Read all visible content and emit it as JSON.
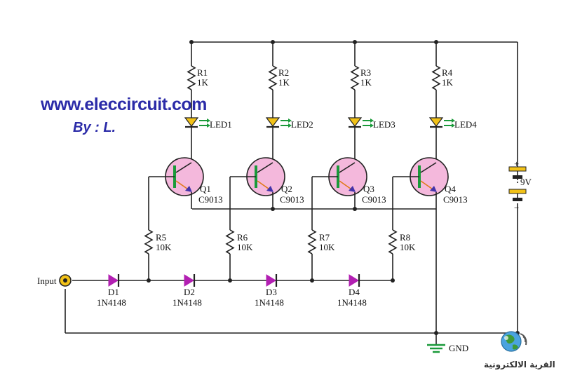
{
  "branding": {
    "url": "www.eleccircuit.com",
    "author": "By : L.",
    "logo_text": "القرية الالكترونية"
  },
  "resistors_top": [
    {
      "ref": "R1",
      "value": "1K"
    },
    {
      "ref": "R2",
      "value": "1K"
    },
    {
      "ref": "R3",
      "value": "1K"
    },
    {
      "ref": "R4",
      "value": "1K"
    }
  ],
  "leds": [
    "LED1",
    "LED2",
    "LED3",
    "LED4"
  ],
  "transistors": [
    {
      "ref": "Q1",
      "part": "C9013"
    },
    {
      "ref": "Q2",
      "part": "C9013"
    },
    {
      "ref": "Q3",
      "part": "C9013"
    },
    {
      "ref": "Q4",
      "part": "C9013"
    }
  ],
  "resistors_base": [
    {
      "ref": "R5",
      "value": "10K"
    },
    {
      "ref": "R6",
      "value": "10K"
    },
    {
      "ref": "R7",
      "value": "10K"
    },
    {
      "ref": "R8",
      "value": "10K"
    }
  ],
  "diodes": [
    {
      "ref": "D1",
      "part": "1N4148"
    },
    {
      "ref": "D2",
      "part": "1N4148"
    },
    {
      "ref": "D3",
      "part": "1N4148"
    },
    {
      "ref": "D4",
      "part": "1N4148"
    }
  ],
  "input_label": "Input",
  "battery": {
    "value": "9V",
    "plus": "+",
    "minus": "−"
  },
  "ground_label": "GND",
  "colors": {
    "wire": "#222222",
    "transistor_fill": "#f4b8dc",
    "diode": "#b21fb2",
    "led": "#f2c218",
    "led_arrow": "#1a9a3a",
    "battery": "#f2c218",
    "brand": "#2b2ba8"
  }
}
